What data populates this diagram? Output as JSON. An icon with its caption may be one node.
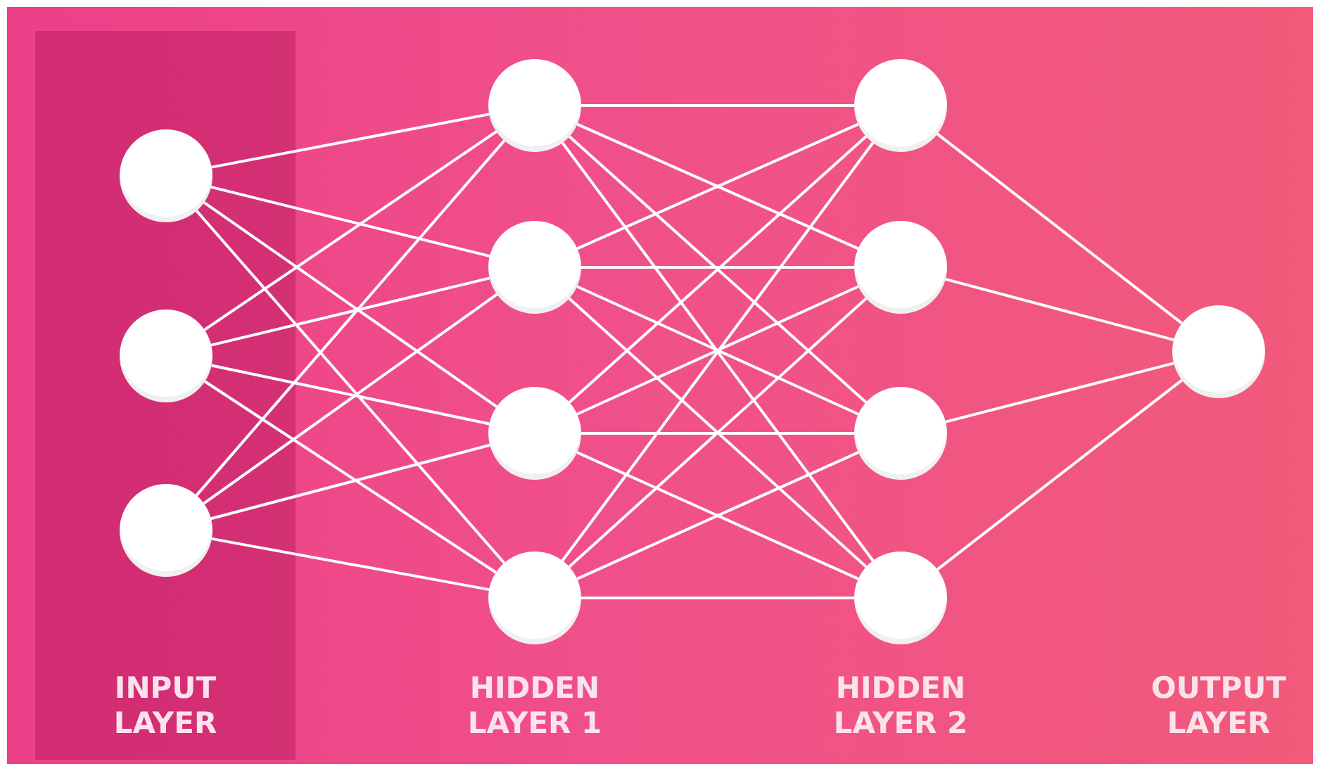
{
  "diagram": {
    "nodes": [
      {
        "text": [
          "INPUT LAYER"
        ]
      },
      {
        "text": [],
        "shape": "circle",
        "in": 0
      },
      {
        "text": [],
        "shape": "circle",
        "in": 0
      },
      {
        "text": [],
        "shape": "circle",
        "in": 0
      },
      {
        "text": [],
        "shape": "circle"
      },
      {
        "text": [],
        "shape": "circle"
      },
      {
        "text": [],
        "shape": "circle"
      },
      {
        "text": [],
        "shape": "circle"
      },
      {
        "text": [],
        "shape": "circle"
      },
      {
        "text": [],
        "shape": "circle"
      },
      {
        "text": [],
        "shape": "circle"
      },
      {
        "text": [],
        "shape": "circle"
      },
      {
        "text": [],
        "shape": "circle"
      }
    ],
    "edges": [
      {
        "from": 1,
        "to": 4,
        "arrow": "none"
      },
      {
        "from": 1,
        "to": 5,
        "arrow": "none"
      },
      {
        "from": 1,
        "to": 6,
        "arrow": "none"
      },
      {
        "from": 1,
        "to": 7,
        "arrow": "none"
      },
      {
        "from": 2,
        "to": 4,
        "arrow": "none"
      },
      {
        "from": 2,
        "to": 5,
        "arrow": "none"
      },
      {
        "from": 2,
        "to": 6,
        "arrow": "none"
      },
      {
        "from": 2,
        "to": 7,
        "arrow": "none"
      },
      {
        "from": 3,
        "to": 4,
        "arrow": "none"
      },
      {
        "from": 3,
        "to": 5,
        "arrow": "none"
      },
      {
        "from": 3,
        "to": 6,
        "arrow": "none"
      },
      {
        "from": 3,
        "to": 7,
        "arrow": "none"
      },
      {
        "from": 4,
        "to": 8,
        "arrow": "none"
      },
      {
        "from": 4,
        "to": 9,
        "arrow": "none"
      },
      {
        "from": 4,
        "to": 10,
        "arrow": "none"
      },
      {
        "from": 4,
        "to": 11,
        "arrow": "none"
      },
      {
        "from": 5,
        "to": 8,
        "arrow": "none"
      },
      {
        "from": 5,
        "to": 9,
        "arrow": "none"
      },
      {
        "from": 5,
        "to": 10,
        "arrow": "none"
      },
      {
        "from": 5,
        "to": 11,
        "arrow": "none"
      },
      {
        "from": 6,
        "to": 8,
        "arrow": "none"
      },
      {
        "from": 6,
        "to": 9,
        "arrow": "none"
      },
      {
        "from": 6,
        "to": 10,
        "arrow": "none"
      },
      {
        "from": 6,
        "to": 11,
        "arrow": "none"
      },
      {
        "from": 7,
        "to": 8,
        "arrow": "none"
      },
      {
        "from": 7,
        "to": 9,
        "arrow": "none"
      },
      {
        "from": 7,
        "to": 10,
        "arrow": "none"
      },
      {
        "from": 7,
        "to": 11,
        "arrow": "none"
      },
      {
        "from": 8,
        "to": 12,
        "arrow": "none"
      },
      {
        "from": 9,
        "to": 12,
        "arrow": "none"
      },
      {
        "from": 10,
        "to": 12,
        "arrow": "none"
      },
      {
        "from": 11,
        "to": 12,
        "arrow": "none"
      }
    ],
    "labels": [
      "HIDDEN LAYER 1",
      "HIDDEN LAYER 2",
      "OUTPUT LAYER"
    ]
  }
}
